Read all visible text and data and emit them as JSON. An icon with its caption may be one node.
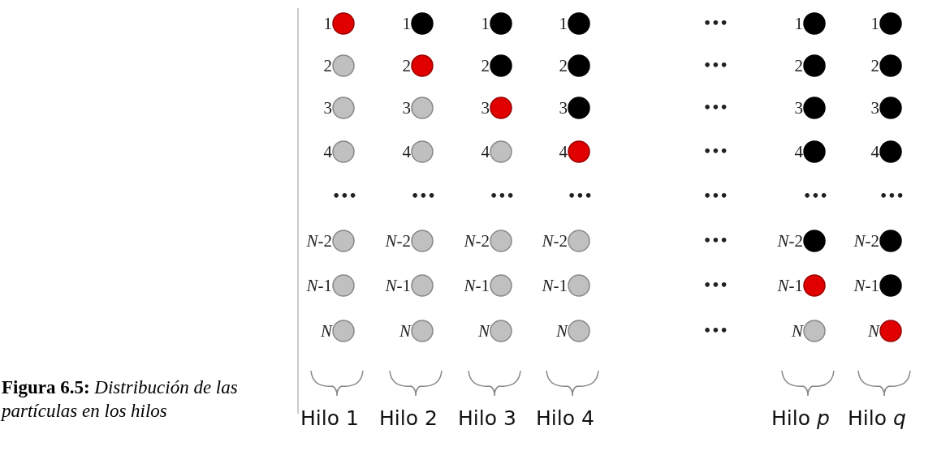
{
  "diagram": {
    "caption": "**Figura 6.5:** *Distribución de las partículas en los hilos*",
    "labels": [
      "1",
      "1",
      "1",
      "1",
      "•••",
      "1",
      "1",
      "2",
      "2",
      "2",
      "2",
      "•••",
      "2",
      "2",
      "3",
      "3",
      "3",
      "3",
      "•••",
      "3",
      "3",
      "4",
      "4",
      "4",
      "4",
      "•••",
      "4",
      "4",
      "•••",
      "•••",
      "•••",
      "•••",
      "•••",
      "•••",
      "•••",
      "*N*-2",
      "*N*-2",
      "*N*-2",
      "*N*-2",
      "•••",
      "*N*-2",
      "*N*-2",
      "*N*-1",
      "*N*-1",
      "*N*-1",
      "*N*-1",
      "•••",
      "*N*-1",
      "*N*-1",
      "*N*",
      "*N*",
      "*N*",
      "*N*",
      "•••",
      "*N*",
      "*N*",
      "Hilo 1",
      "Hilo 2",
      "Hilo 3",
      "Hilo 4",
      "Hilo *p*",
      "Hilo *q*"
    ]
  }
}
